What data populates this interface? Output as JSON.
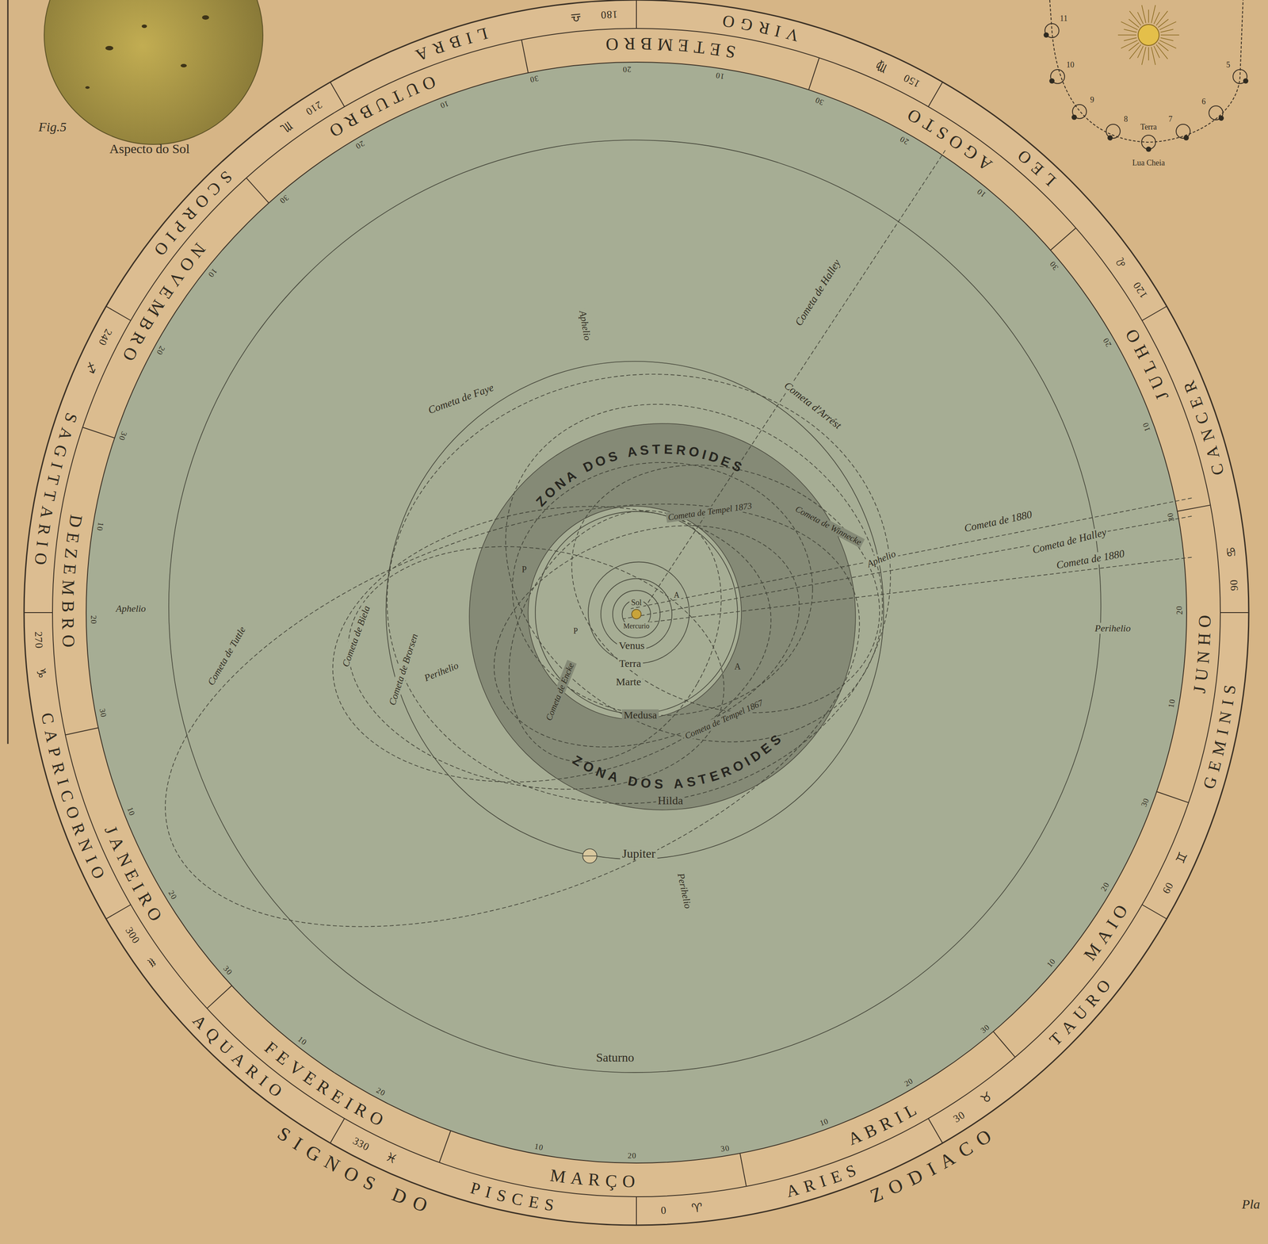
{
  "diagram": {
    "nodes": [
      {
        "text": [
          "ZONA DOS ASTEROIDES",
          "ZONA DOS ASTEROIDES"
        ]
      }
    ],
    "labels": [
      "Sol",
      "Mercurio",
      "Venus",
      "Terra",
      "Marte",
      "Medusa",
      "Hilda",
      "Jupiter",
      "Saturno",
      "Aphelio",
      "Aphelio",
      "Aphelio",
      "Perihelio",
      "Perihelio",
      "Perihelio",
      "Cometa de Halley",
      "Cometa de Halley",
      "Cometa d'Arrést",
      "Cometa de Faye",
      "Cometa de 1880",
      "Cometa de 1880",
      "Cometa de Tempel 1873",
      "Cometa de Winnecke",
      "Cometa de Tempel 1867",
      "Cometa de Encke",
      "Cometa de Biela",
      "Cometa de Brorsen",
      "Cometa de Tuttle",
      "P",
      "A",
      "P",
      "A",
      "Fig.5",
      "Aspecto do Sol",
      "11",
      "10",
      "9",
      "8",
      "7",
      "6",
      "5",
      "Terra",
      "Lua Cheia",
      "Pla",
      "SIGNOS DO",
      "ZODIACO",
      "JANEIRO",
      "10",
      "20",
      "30",
      "FEVEREIRO",
      "10",
      "20",
      "MARÇO",
      "10",
      "20",
      "30",
      "ABRIL",
      "10",
      "20",
      "30",
      "MAIO",
      "10",
      "20",
      "30",
      "JUNHO",
      "10",
      "20",
      "30",
      "JULHO",
      "10",
      "20",
      "30",
      "AGOSTO",
      "10",
      "20",
      "30",
      "SETEMBRO",
      "10",
      "20",
      "30",
      "OUTUBRO",
      "10",
      "20",
      "30",
      "NOVEMBRO",
      "10",
      "20",
      "30",
      "DEZEMBRO",
      "10",
      "20",
      "30",
      "0",
      "♈",
      "ARIES",
      "30",
      "♉",
      "TAURO",
      "60",
      "♊",
      "GEMINIS",
      "90",
      "♋",
      "CANCER",
      "120",
      "♌",
      "LEO",
      "150",
      "♍",
      "VIRGO",
      "180",
      "♎",
      "LIBRA",
      "210",
      "♏",
      "SCORPIO",
      "240",
      "♐",
      "SAGITTARIO",
      "270",
      "♑",
      "CAPRICORNIO",
      "300",
      "♒",
      "AQUARIO",
      "330",
      "♓",
      "PISCES"
    ]
  }
}
